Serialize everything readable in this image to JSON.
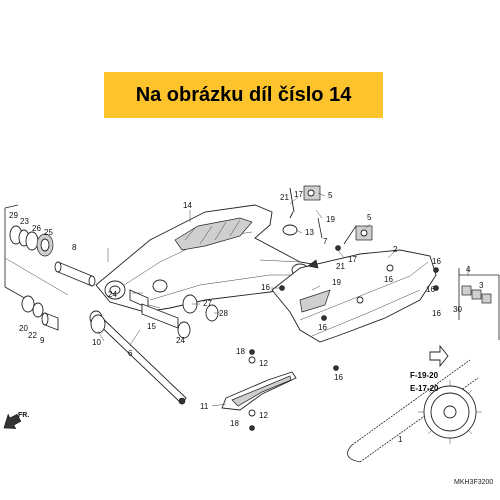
{
  "banner": {
    "text": "Na obrázku díl číslo 14",
    "color": "#fcc32c"
  },
  "callouts": {
    "c29": "29",
    "c23": "23",
    "c26": "26",
    "c25": "25",
    "c8": "8",
    "c14": "14",
    "c21a": "21",
    "c17a": "17",
    "c5a": "5",
    "c19a": "19",
    "c13": "13",
    "c7": "7",
    "c5b": "5",
    "c17b": "17",
    "c21b": "21",
    "c2": "2",
    "c19b": "19",
    "c16a": "16",
    "c16b": "16",
    "c16c": "16",
    "c16d": "16",
    "c16e": "16",
    "c16f": "16",
    "c16g": "16",
    "c1": "1",
    "c4": "4",
    "c3": "3",
    "c30": "30",
    "c20": "20",
    "c22": "22",
    "c9": "9",
    "c24a": "24",
    "c15": "15",
    "c27": "27",
    "c28": "28",
    "c24b": "24",
    "c10": "10",
    "c6": "6",
    "c18a": "18",
    "c18b": "18",
    "c12a": "12",
    "c12b": "12",
    "c11": "11"
  },
  "references": {
    "f": "F-19-20",
    "e": "E-17-20"
  },
  "direction": "FR.",
  "drawing_code": "MKH3F3200",
  "icons": {
    "forward": "front-arrow-icon",
    "reference": "reference-arrow-icon"
  }
}
